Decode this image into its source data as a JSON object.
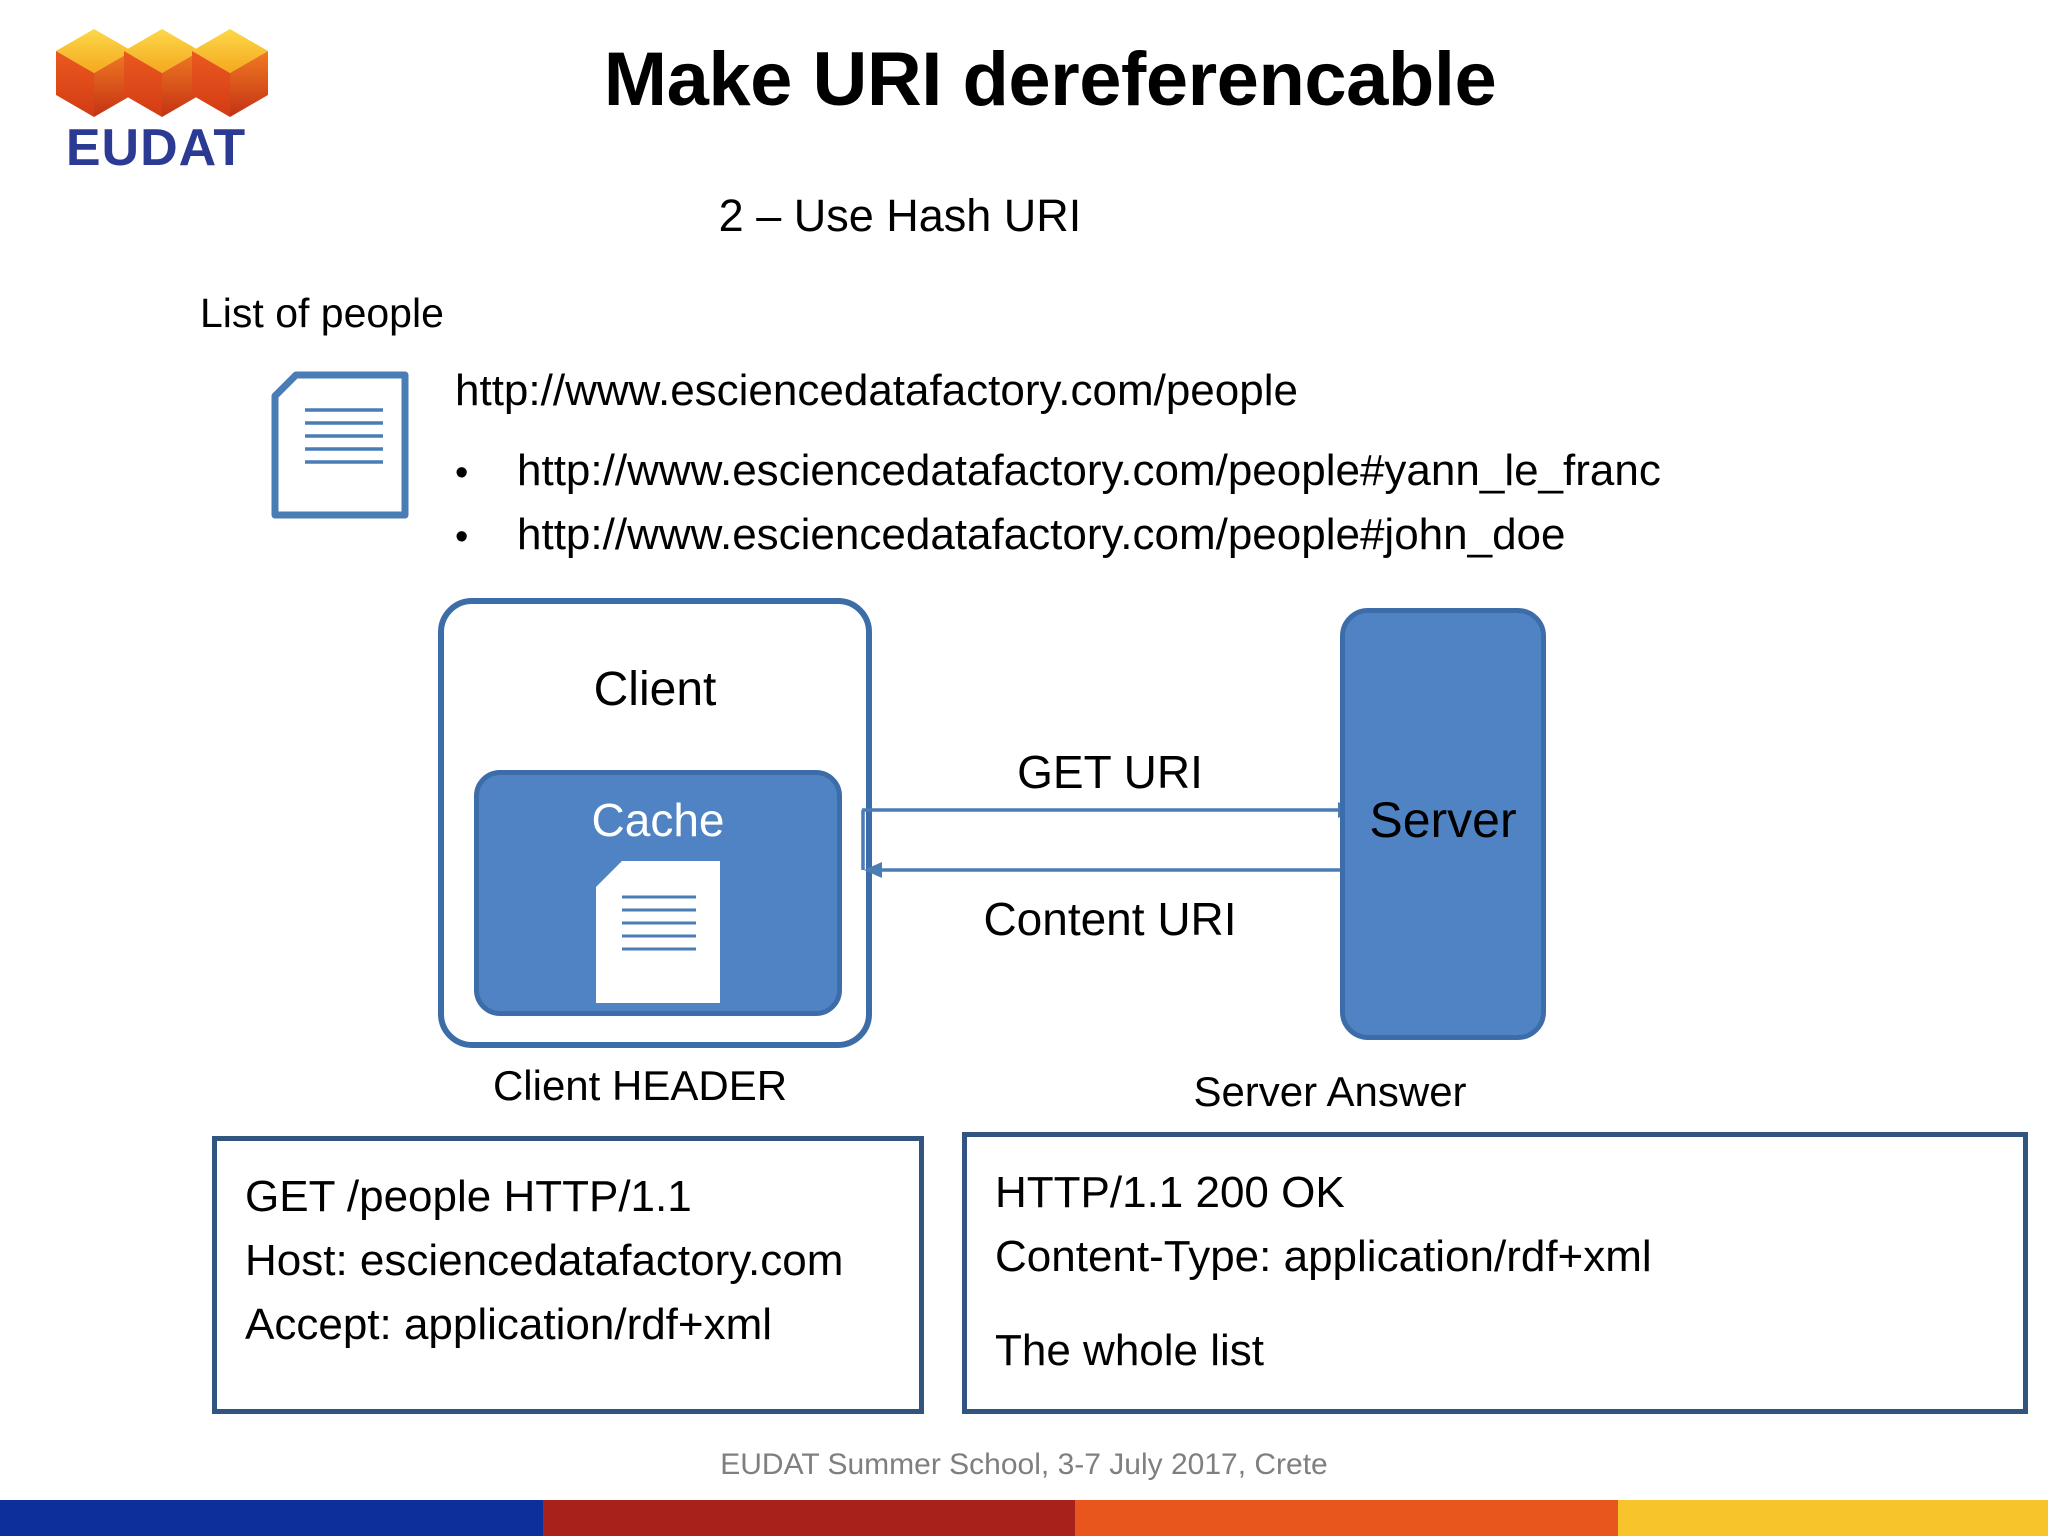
{
  "brand": {
    "logo_text": "EUDAT",
    "logo_icon": "three-isometric-cubes-icon",
    "logo_word_color": "#2b3a92",
    "cube_top_color": "#f7c423",
    "cube_left_color": "#e8561e",
    "cube_right_color": "#c9361a"
  },
  "header": {
    "title": "Make URI dereferencable",
    "subtitle": "2 – Use Hash URI"
  },
  "people_section": {
    "label": "List of people",
    "doc_icon": "document-icon",
    "main_uri": "http://www.esciencedatafactory.com/people",
    "bullets": [
      {
        "marker": "•",
        "uri": "http://www.esciencedatafactory.com/people#yann_le_franc"
      },
      {
        "marker": "•",
        "uri": "http://www.esciencedatafactory.com/people#john_doe"
      }
    ]
  },
  "diagram": {
    "client_label": "Client",
    "cache_label": "Cache",
    "cache_doc_icon": "document-icon",
    "server_label": "Server",
    "request_arrow_label": "GET URI",
    "response_arrow_label": "Content URI",
    "box_fill": "#5083c3",
    "box_stroke": "#3d6da8",
    "arrow_color": "#4a7cb5"
  },
  "client_header": {
    "caption": "Client HEADER",
    "lines": [
      "GET /people HTTP/1.1",
      "Host: esciencedatafactory.com",
      "Accept: application/rdf+xml"
    ]
  },
  "server_answer": {
    "caption": "Server Answer",
    "lines": [
      "HTTP/1.1 200 OK",
      "Content-Type: application/rdf+xml",
      "",
      "The whole list"
    ]
  },
  "footer": {
    "text": "EUDAT Summer School, 3-7 July 2017, Crete"
  },
  "colorbar": [
    {
      "name": "blue",
      "color": "#0c2f9c",
      "width": "26.5%"
    },
    {
      "name": "dark-red",
      "color": "#a9211b",
      "width": "26.0%"
    },
    {
      "name": "orange",
      "color": "#e8561e",
      "width": "26.5%"
    },
    {
      "name": "gold",
      "color": "#f7c52b",
      "width": "21.0%"
    }
  ]
}
